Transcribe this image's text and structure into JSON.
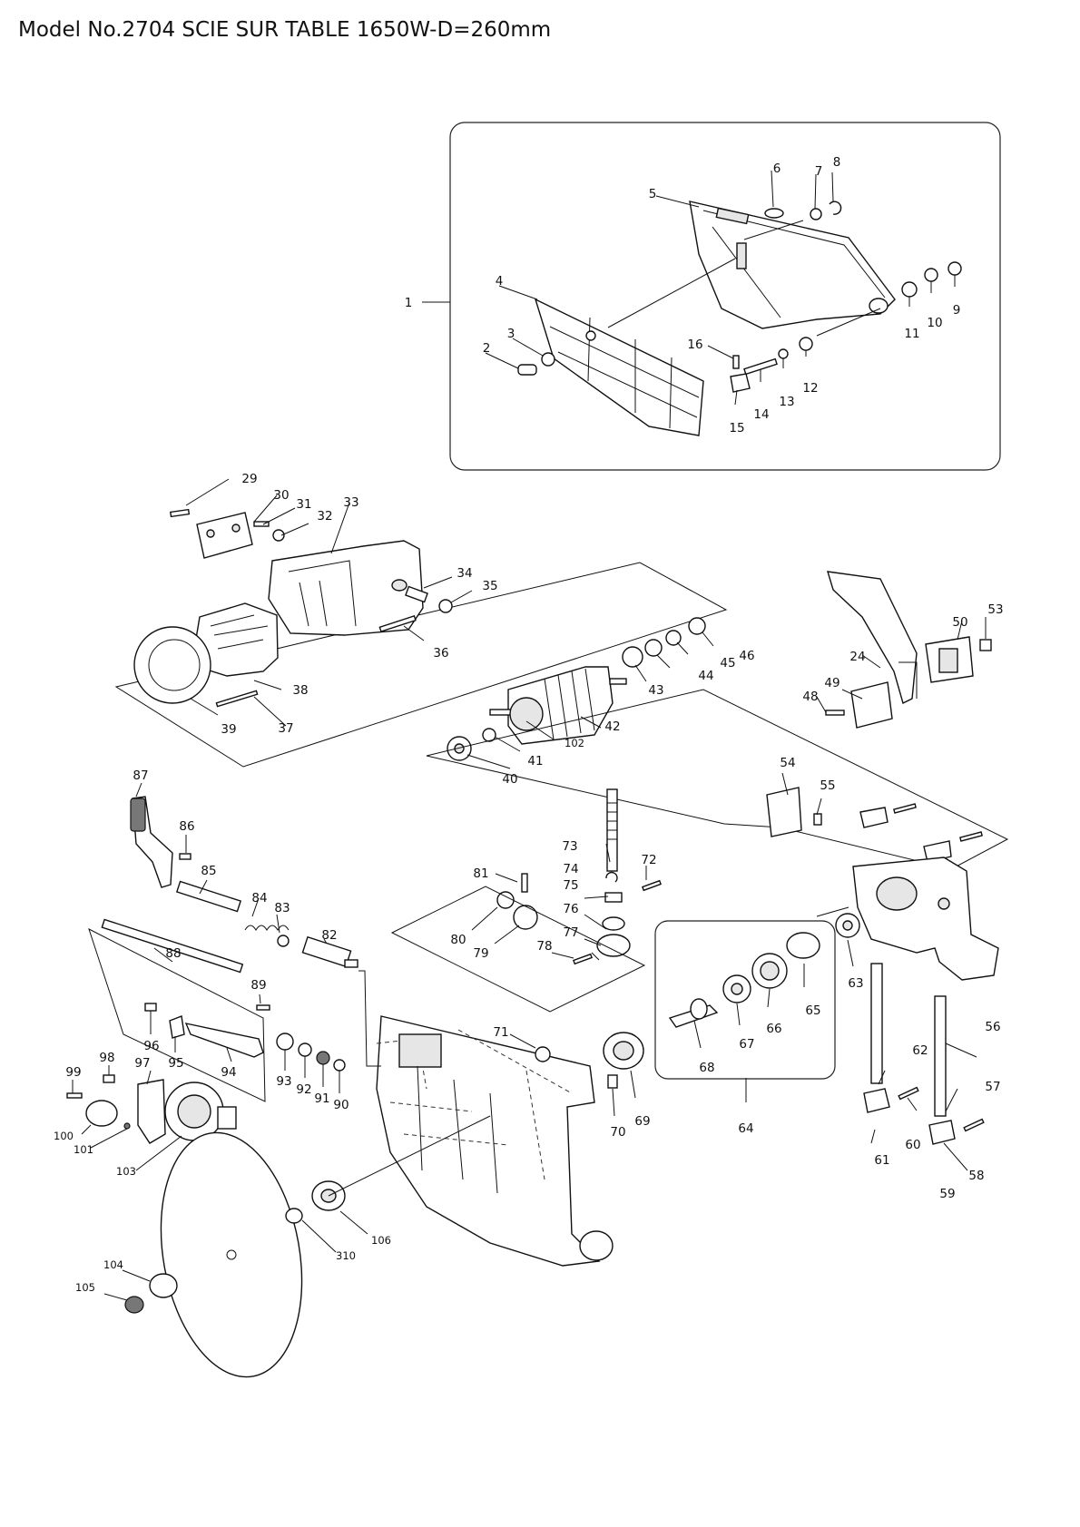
{
  "title": "Model No.2704 SCIE SUR TABLE 1650W-D=260mm",
  "callouts": [
    "1",
    "2",
    "3",
    "4",
    "5",
    "6",
    "7",
    "8",
    "9",
    "10",
    "11",
    "12",
    "13",
    "14",
    "15",
    "16",
    "24",
    "29",
    "30",
    "31",
    "32",
    "33",
    "34",
    "35",
    "36",
    "37",
    "38",
    "39",
    "40",
    "41",
    "42",
    "43",
    "44",
    "45",
    "46",
    "48",
    "49",
    "50",
    "53",
    "54",
    "55",
    "56",
    "57",
    "58",
    "59",
    "60",
    "61",
    "62",
    "63",
    "64",
    "65",
    "66",
    "67",
    "68",
    "69",
    "70",
    "71",
    "72",
    "73",
    "74",
    "75",
    "76",
    "77",
    "78",
    "79",
    "80",
    "81",
    "82",
    "83",
    "84",
    "85",
    "86",
    "87",
    "88",
    "89",
    "90",
    "91",
    "92",
    "93",
    "94",
    "95",
    "96",
    "97",
    "98",
    "99",
    "100",
    "101",
    "102",
    "103",
    "104",
    "105",
    "106",
    "310"
  ]
}
